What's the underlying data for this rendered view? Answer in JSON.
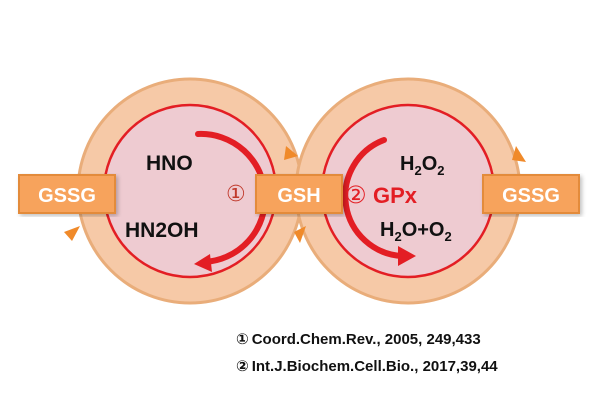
{
  "colors": {
    "outer_ring": "#f6c9a7",
    "outer_ring_stroke": "#e9ad7a",
    "inner_disk": "#eecbd1",
    "inner_ring_stroke": "#e31e24",
    "box_fill": "#f7a35c",
    "box_stroke": "#e38b3a",
    "arrow_red": "#e31e24",
    "arrowhead_orange": "#f08a2a",
    "text_dark": "#111111",
    "text_white": "#ffffff"
  },
  "boxes": {
    "left": "GSSG",
    "center": "GSH",
    "right": "GSSG"
  },
  "left_cycle": {
    "top_label": "HNO",
    "bottom_label": "HN2OH",
    "marker": "①"
  },
  "right_cycle": {
    "marker": "②",
    "enzyme": "GPx",
    "top_label": {
      "prefix": "H",
      "sub1": "2",
      "mid": "O",
      "sub2": "2"
    },
    "bottom_label": {
      "h": "H",
      "sub_h": "2",
      "o_plus_o": "O+O",
      "sub_o": "2"
    }
  },
  "references": [
    {
      "marker": "①",
      "text": "Coord.Chem.Rev., 2005, 249,433"
    },
    {
      "marker": "②",
      "text": "Int.J.Biochem.Cell.Bio., 2017,39,44"
    }
  ]
}
